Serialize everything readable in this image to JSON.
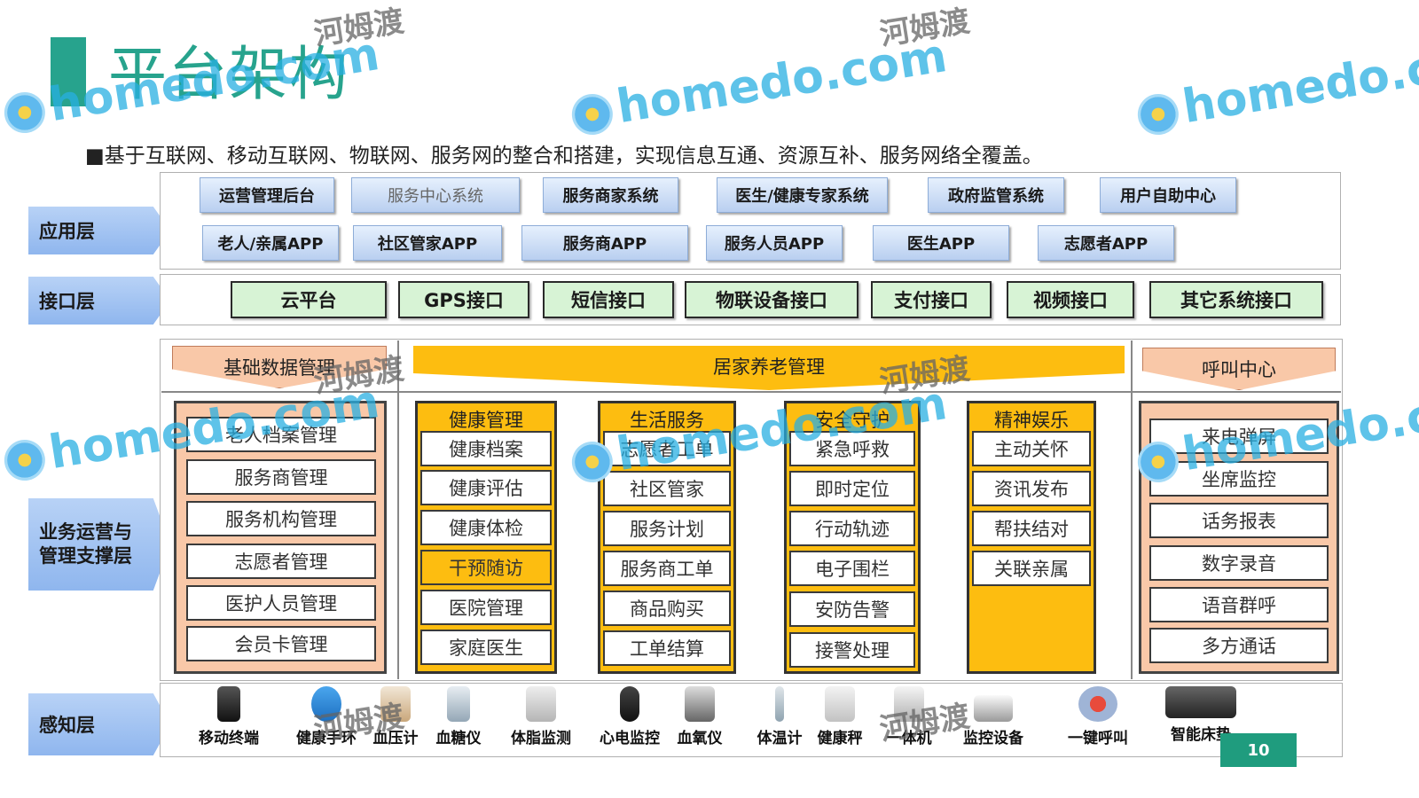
{
  "title": "平台架构",
  "subtitle": "■基于互联网、移动互联网、物联网、服务网的整合和搭建，实现信息互通、资源互补、服务网络全覆盖。",
  "watermark": {
    "brand": "homedo.com",
    "cn": "河姆渡"
  },
  "layers": {
    "app": "应用层",
    "interface": "接口层",
    "business": "业务运营与管理支撑层",
    "sense": "感知层"
  },
  "app_row1": [
    "运营管理后台",
    "服务中心系统",
    "服务商家系统",
    "医生/健康专家系统",
    "政府监管系统",
    "用户自助中心"
  ],
  "app_row2": [
    "老人/亲属APP",
    "社区管家APP",
    "服务商APP",
    "服务人员APP",
    "医生APP",
    "志愿者APP"
  ],
  "interfaces": [
    "云平台",
    "GPS接口",
    "短信接口",
    "物联设备接口",
    "支付接口",
    "视频接口",
    "其它系统接口"
  ],
  "business": {
    "basic_header": "基础数据管理",
    "home_header": "居家养老管理",
    "call_header": "呼叫中心",
    "basic_items": [
      "老人档案管理",
      "服务商管理",
      "服务机构管理",
      "志愿者管理",
      "医护人员管理",
      "会员卡管理"
    ],
    "health": {
      "title": "健康管理",
      "items": [
        "健康档案",
        "健康评估",
        "健康体检",
        "干预随访",
        "医院管理",
        "家庭医生"
      ]
    },
    "life": {
      "title": "生活服务",
      "items": [
        "志愿者工单",
        "社区管家",
        "服务计划",
        "服务商工单",
        "商品购买",
        "工单结算"
      ]
    },
    "safety": {
      "title": "安全守护",
      "items": [
        "紧急呼救",
        "即时定位",
        "行动轨迹",
        "电子围栏",
        "安防告警",
        "接警处理"
      ]
    },
    "spirit": {
      "title": "精神娱乐",
      "items": [
        "主动关怀",
        "资讯发布",
        "帮扶结对",
        "关联亲属"
      ]
    },
    "call_items": [
      "来电弹屏",
      "坐席监控",
      "话务报表",
      "数字录音",
      "语音群呼",
      "多方通话"
    ]
  },
  "sense_devices": [
    "移动终端",
    "健康手环",
    "血压计",
    "血糖仪",
    "体脂监测",
    "心电监控",
    "血氧仪",
    "体温计",
    "健康秤",
    "一体机",
    "监控设备",
    "一键呼叫",
    "智能床垫"
  ],
  "page_number": "10",
  "colors": {
    "accent": "#27a38d",
    "gold": "#fdbd10",
    "peach": "#f9c8a8",
    "green": "#d7f3d5",
    "blue": "#b9cff0"
  }
}
